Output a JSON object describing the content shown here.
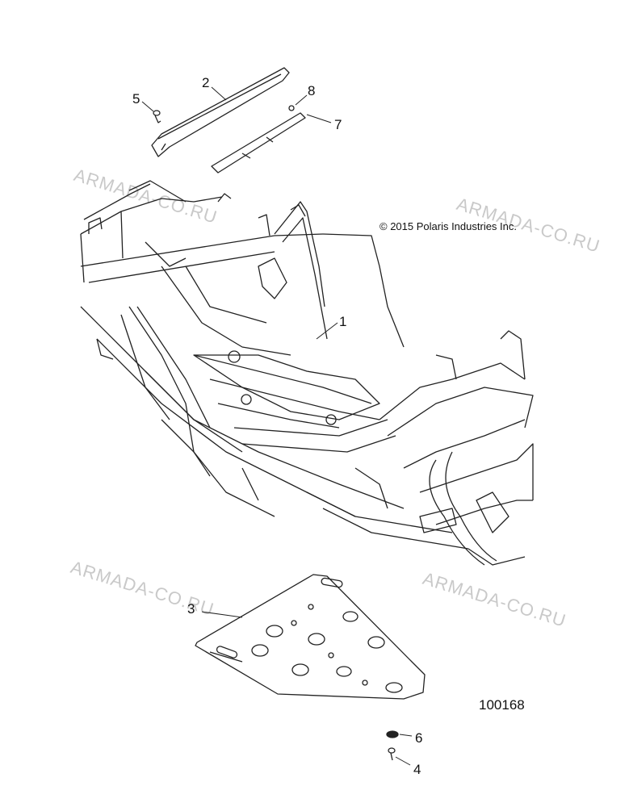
{
  "copyright": "© 2015 Polaris Industries Inc.",
  "drawing_number": "100168",
  "watermark_text": "ARMADA-CO.RU",
  "callouts": {
    "c1": "1",
    "c2": "2",
    "c3": "3",
    "c4": "4",
    "c5": "5",
    "c6": "6",
    "c7": "7",
    "c8": "8"
  },
  "colors": {
    "line": "#222222",
    "watermark": "#c9c9c9",
    "background": "#ffffff"
  }
}
